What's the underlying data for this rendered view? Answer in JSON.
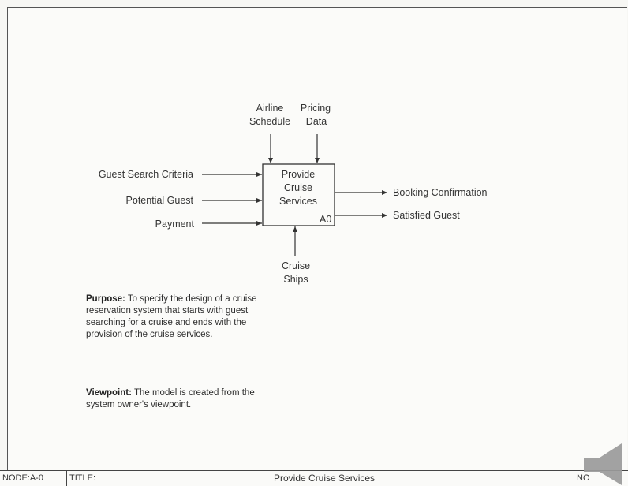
{
  "diagram": {
    "box": {
      "title": "Provide Cruise Services",
      "title_lines": [
        "Provide",
        "Cruise",
        "Services"
      ],
      "id": "A0"
    },
    "controls": [
      {
        "lines": [
          "Airline",
          "Schedule"
        ]
      },
      {
        "lines": [
          "Pricing",
          "Data"
        ]
      }
    ],
    "inputs": [
      "Guest Search Criteria",
      "Potential Guest",
      "Payment"
    ],
    "outputs": [
      "Booking Confirmation",
      "Satisfied Guest"
    ],
    "mechanism": {
      "lines": [
        "Cruise",
        "Ships"
      ]
    }
  },
  "purpose": {
    "label": "Purpose",
    "text": "To specify the design of a cruise reservation system that starts with guest searching for a cruise and ends with the provision of the cruise services."
  },
  "viewpoint": {
    "label": "Viewpoint",
    "text": "The model is created from the system owner's viewpoint."
  },
  "footer": {
    "node": "NODE:A-0",
    "title_label": "TITLE:",
    "title": "Provide Cruise Services",
    "number_label": "NO"
  },
  "colors": {
    "line": "#333333",
    "overlay": "#9a9a9a"
  }
}
